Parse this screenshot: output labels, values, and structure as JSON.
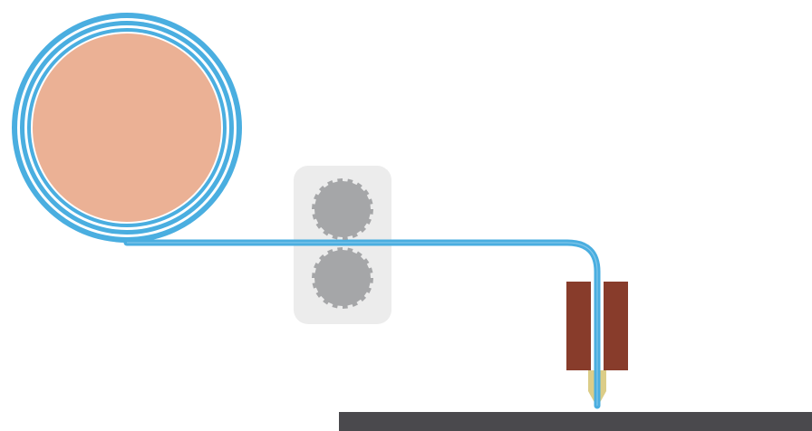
{
  "diagram": {
    "components": [
      "filament-spool",
      "filament-strand",
      "feeder-drive-gears",
      "heater-block",
      "nozzle",
      "print-bed"
    ]
  },
  "colors": {
    "background": "#ffffff",
    "filament": "#4aaee0",
    "spool_core": "#ebb195",
    "feeder_housing": "#ececec",
    "gear": "#a5a6a8",
    "heater": "#883c2b",
    "nozzle": "#dccd88",
    "bed": "#4a494d"
  },
  "icons": {
    "spool": "spool-icon",
    "gear": "gear-icon",
    "nozzle": "nozzle-icon"
  }
}
